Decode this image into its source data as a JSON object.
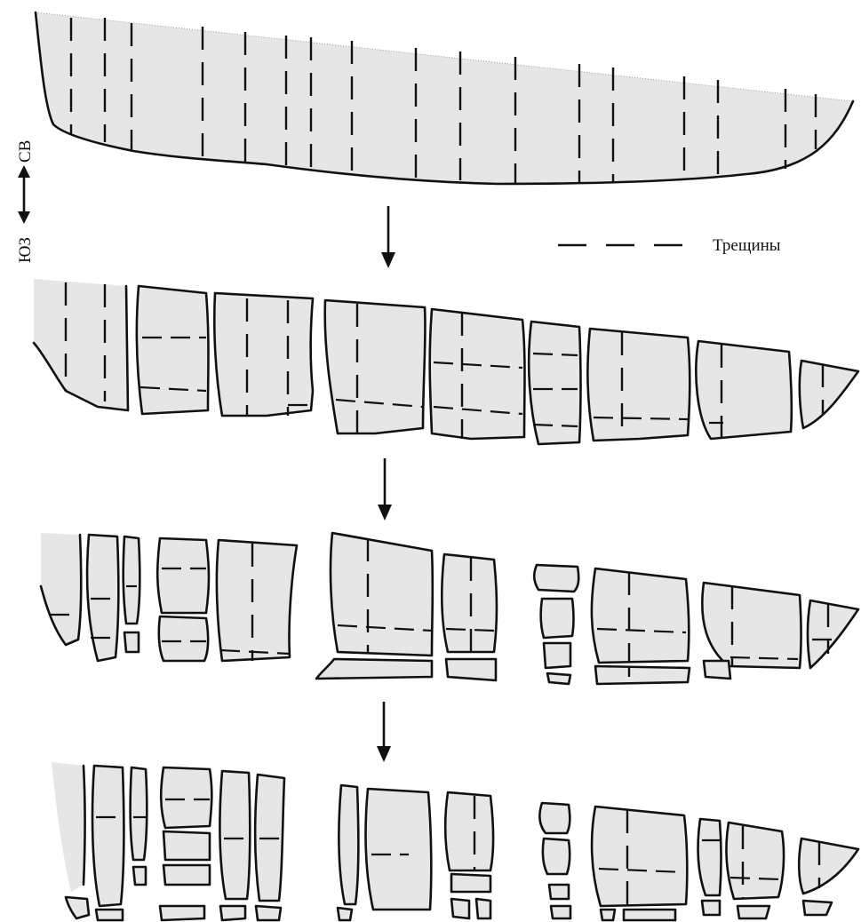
{
  "orientation": {
    "southwest_label": "ЮЗ",
    "northeast_label": "СВ"
  },
  "legend": {
    "cracks_label": "Трещины",
    "line_style": "dashed"
  },
  "stage_count": 4,
  "colors": {
    "block_fill": "#e6e6e6",
    "outline": "#111111"
  }
}
